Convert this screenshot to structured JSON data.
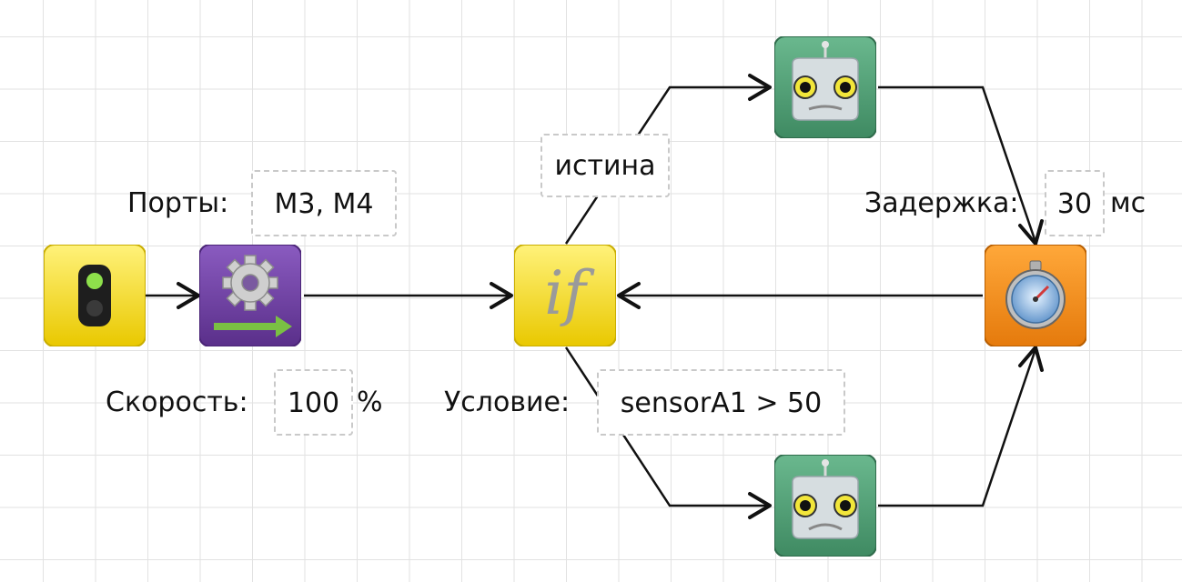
{
  "blocks": {
    "start": {
      "icon": "traffic-light-icon",
      "color": "#f4e01a"
    },
    "motor": {
      "icon": "gear-icon",
      "color": "#6f3fa0",
      "arrow_color": "#7ac043"
    },
    "if_block": {
      "icon": "if-icon",
      "text": "if",
      "color": "#f4e01a"
    },
    "robot_true": {
      "icon": "robot-face-icon",
      "color": "#4f9a73"
    },
    "robot_false": {
      "icon": "robot-face-icon",
      "color": "#4f9a73"
    },
    "delay": {
      "icon": "stopwatch-icon",
      "color": "#f08a1d"
    }
  },
  "motor_params": {
    "ports_label": "Порты:",
    "ports_value": "M3, M4",
    "speed_label": "Скорость:",
    "speed_value": "100",
    "speed_unit": "%"
  },
  "condition": {
    "branch_label": "истина",
    "label": "Условие:",
    "value": "sensorA1 > 50"
  },
  "delay_params": {
    "label": "Задержка:",
    "value": "30",
    "unit": "мс"
  }
}
